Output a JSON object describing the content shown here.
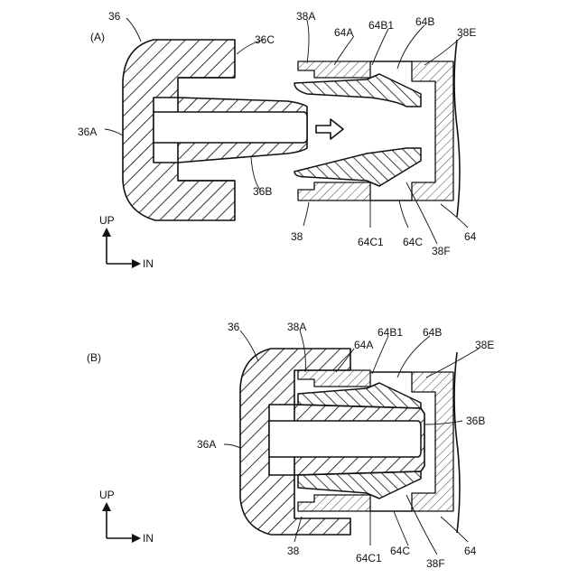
{
  "panels": [
    {
      "id": "A",
      "caption": "(A)",
      "labels": {
        "l36": "36",
        "l36C": "36C",
        "l36A": "36A",
        "l36B": "36B",
        "l38A": "38A",
        "l64A": "64A",
        "l64B1": "64B1",
        "l64B": "64B",
        "l38E": "38E",
        "l38": "38",
        "l64C1": "64C1",
        "l64C": "64C",
        "l38F": "38F",
        "l64": "64"
      }
    },
    {
      "id": "B",
      "caption": "(B)",
      "labels": {
        "l36": "36",
        "l38A": "38A",
        "l64A": "64A",
        "l64B1": "64B1",
        "l64B": "64B",
        "l38E": "38E",
        "l36B": "36B",
        "l36A": "36A",
        "l38": "38",
        "l64C1": "64C1",
        "l64C": "64C",
        "l38F": "38F",
        "l64": "64"
      }
    }
  ],
  "axes": {
    "up": "UP",
    "in": "IN"
  },
  "colors": {
    "ink": "#111111",
    "background": "#ffffff"
  }
}
